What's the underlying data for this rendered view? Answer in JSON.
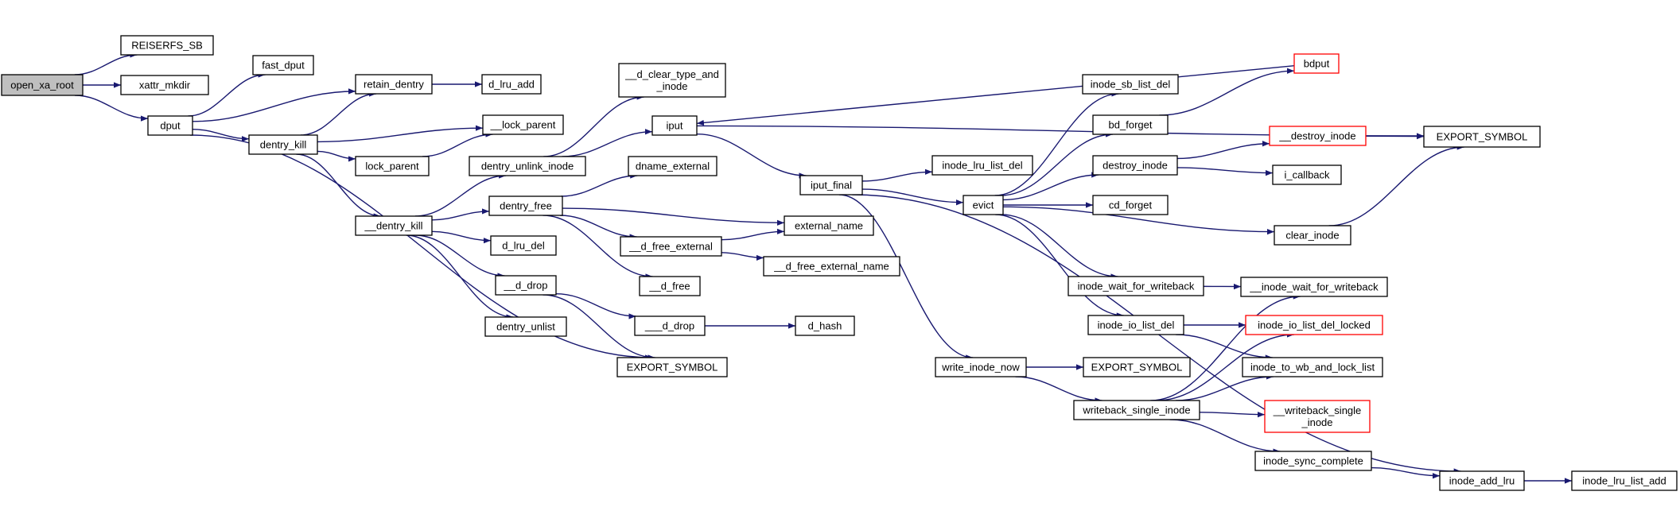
{
  "colors": {
    "edge": "#191970",
    "node_border": "#000000",
    "highlight_border": "#ff0000",
    "root_fill": "#bfbfbf"
  },
  "nodes": [
    {
      "id": "open_xa_root",
      "label": [
        "open_xa_root"
      ],
      "root": true
    },
    {
      "id": "REISERFS_SB",
      "label": [
        "REISERFS_SB"
      ]
    },
    {
      "id": "xattr_mkdir",
      "label": [
        "xattr_mkdir"
      ]
    },
    {
      "id": "dput",
      "label": [
        "dput"
      ]
    },
    {
      "id": "fast_dput",
      "label": [
        "fast_dput"
      ]
    },
    {
      "id": "retain_dentry",
      "label": [
        "retain_dentry"
      ]
    },
    {
      "id": "d_lru_add",
      "label": [
        "d_lru_add"
      ]
    },
    {
      "id": "dentry_kill",
      "label": [
        "dentry_kill"
      ]
    },
    {
      "id": "__lock_parent",
      "label": [
        "__lock_parent"
      ]
    },
    {
      "id": "lock_parent",
      "label": [
        "lock_parent"
      ]
    },
    {
      "id": "__dentry_kill",
      "label": [
        "__dentry_kill"
      ]
    },
    {
      "id": "__d_clear_type_and_inode",
      "label": [
        "__d_clear_type_and",
        "_inode"
      ]
    },
    {
      "id": "dentry_unlink_inode",
      "label": [
        "dentry_unlink_inode"
      ]
    },
    {
      "id": "dentry_free",
      "label": [
        "dentry_free"
      ]
    },
    {
      "id": "dname_external",
      "label": [
        "dname_external"
      ]
    },
    {
      "id": "d_lru_del",
      "label": [
        "d_lru_del"
      ]
    },
    {
      "id": "__d_drop",
      "label": [
        "__d_drop"
      ]
    },
    {
      "id": "dentry_unlist",
      "label": [
        "dentry_unlist"
      ]
    },
    {
      "id": "iput",
      "label": [
        "iput"
      ]
    },
    {
      "id": "iput_final",
      "label": [
        "iput_final"
      ]
    },
    {
      "id": "external_name",
      "label": [
        "external_name"
      ]
    },
    {
      "id": "__d_free_external",
      "label": [
        "__d_free_external"
      ]
    },
    {
      "id": "__d_free_external_name",
      "label": [
        "__d_free_external_name"
      ]
    },
    {
      "id": "__d_free",
      "label": [
        "__d_free"
      ]
    },
    {
      "id": "___d_drop",
      "label": [
        "___d_drop"
      ]
    },
    {
      "id": "d_hash",
      "label": [
        "d_hash"
      ]
    },
    {
      "id": "EXPORT_SYMBOL_1",
      "label": [
        "EXPORT_SYMBOL"
      ]
    },
    {
      "id": "bdput",
      "label": [
        "bdput"
      ],
      "red": true
    },
    {
      "id": "inode_sb_list_del",
      "label": [
        "inode_sb_list_del"
      ]
    },
    {
      "id": "bd_forget",
      "label": [
        "bd_forget"
      ]
    },
    {
      "id": "inode_lru_list_del",
      "label": [
        "inode_lru_list_del"
      ]
    },
    {
      "id": "evict",
      "label": [
        "evict"
      ]
    },
    {
      "id": "destroy_inode",
      "label": [
        "destroy_inode"
      ]
    },
    {
      "id": "__destroy_inode",
      "label": [
        "__destroy_inode"
      ],
      "red": true
    },
    {
      "id": "EXPORT_SYMBOL_2",
      "label": [
        "EXPORT_SYMBOL"
      ]
    },
    {
      "id": "i_callback",
      "label": [
        "i_callback"
      ]
    },
    {
      "id": "cd_forget",
      "label": [
        "cd_forget"
      ]
    },
    {
      "id": "clear_inode",
      "label": [
        "clear_inode"
      ]
    },
    {
      "id": "inode_wait_for_writeback",
      "label": [
        "inode_wait_for_writeback"
      ]
    },
    {
      "id": "__inode_wait_for_writeback",
      "label": [
        "__inode_wait_for_writeback"
      ]
    },
    {
      "id": "inode_io_list_del",
      "label": [
        "inode_io_list_del"
      ]
    },
    {
      "id": "inode_io_list_del_locked",
      "label": [
        "inode_io_list_del_locked"
      ],
      "red": true
    },
    {
      "id": "inode_to_wb_and_lock_list",
      "label": [
        "inode_to_wb_and_lock_list"
      ]
    },
    {
      "id": "write_inode_now",
      "label": [
        "write_inode_now"
      ]
    },
    {
      "id": "EXPORT_SYMBOL_3",
      "label": [
        "EXPORT_SYMBOL"
      ]
    },
    {
      "id": "writeback_single_inode",
      "label": [
        "writeback_single_inode"
      ]
    },
    {
      "id": "__writeback_single_inode",
      "label": [
        "__writeback_single",
        "_inode"
      ],
      "red": true
    },
    {
      "id": "inode_sync_complete",
      "label": [
        "inode_sync_complete"
      ]
    },
    {
      "id": "inode_add_lru",
      "label": [
        "inode_add_lru"
      ]
    },
    {
      "id": "inode_lru_list_add",
      "label": [
        "inode_lru_list_add"
      ]
    }
  ],
  "edges": [
    [
      "open_xa_root",
      "REISERFS_SB"
    ],
    [
      "open_xa_root",
      "xattr_mkdir"
    ],
    [
      "open_xa_root",
      "dput"
    ],
    [
      "dput",
      "fast_dput"
    ],
    [
      "dput",
      "retain_dentry"
    ],
    [
      "dput",
      "dentry_kill"
    ],
    [
      "dput",
      "EXPORT_SYMBOL_1"
    ],
    [
      "retain_dentry",
      "d_lru_add"
    ],
    [
      "dentry_kill",
      "retain_dentry"
    ],
    [
      "dentry_kill",
      "__lock_parent"
    ],
    [
      "dentry_kill",
      "lock_parent"
    ],
    [
      "dentry_kill",
      "__dentry_kill"
    ],
    [
      "lock_parent",
      "__lock_parent"
    ],
    [
      "__dentry_kill",
      "dentry_unlink_inode"
    ],
    [
      "__dentry_kill",
      "dentry_free"
    ],
    [
      "__dentry_kill",
      "d_lru_del"
    ],
    [
      "__dentry_kill",
      "__d_drop"
    ],
    [
      "__dentry_kill",
      "dentry_unlist"
    ],
    [
      "dentry_unlink_inode",
      "__d_clear_type_and_inode"
    ],
    [
      "dentry_unlink_inode",
      "iput"
    ],
    [
      "dentry_free",
      "dname_external"
    ],
    [
      "dentry_free",
      "external_name"
    ],
    [
      "dentry_free",
      "__d_free_external"
    ],
    [
      "dentry_free",
      "__d_free"
    ],
    [
      "__d_free_external",
      "external_name"
    ],
    [
      "__d_free_external",
      "__d_free_external_name"
    ],
    [
      "__d_drop",
      "___d_drop"
    ],
    [
      "__d_drop",
      "EXPORT_SYMBOL_1"
    ],
    [
      "___d_drop",
      "d_hash"
    ],
    [
      "iput",
      "EXPORT_SYMBOL_2"
    ],
    [
      "iput",
      "iput_final"
    ],
    [
      "bdput",
      "iput"
    ],
    [
      "iput_final",
      "inode_lru_list_del"
    ],
    [
      "iput_final",
      "evict"
    ],
    [
      "iput_final",
      "write_inode_now"
    ],
    [
      "iput_final",
      "inode_add_lru"
    ],
    [
      "evict",
      "inode_sb_list_del"
    ],
    [
      "evict",
      "bd_forget"
    ],
    [
      "evict",
      "destroy_inode"
    ],
    [
      "evict",
      "cd_forget"
    ],
    [
      "evict",
      "clear_inode"
    ],
    [
      "evict",
      "inode_wait_for_writeback"
    ],
    [
      "evict",
      "inode_io_list_del"
    ],
    [
      "bd_forget",
      "bdput"
    ],
    [
      "destroy_inode",
      "__destroy_inode"
    ],
    [
      "destroy_inode",
      "i_callback"
    ],
    [
      "__destroy_inode",
      "EXPORT_SYMBOL_2"
    ],
    [
      "clear_inode",
      "EXPORT_SYMBOL_2"
    ],
    [
      "inode_wait_for_writeback",
      "__inode_wait_for_writeback"
    ],
    [
      "inode_io_list_del",
      "inode_io_list_del_locked"
    ],
    [
      "inode_io_list_del",
      "inode_to_wb_and_lock_list"
    ],
    [
      "write_inode_now",
      "EXPORT_SYMBOL_3"
    ],
    [
      "write_inode_now",
      "writeback_single_inode"
    ],
    [
      "writeback_single_inode",
      "__inode_wait_for_writeback"
    ],
    [
      "writeback_single_inode",
      "inode_io_list_del_locked"
    ],
    [
      "writeback_single_inode",
      "inode_to_wb_and_lock_list"
    ],
    [
      "writeback_single_inode",
      "__writeback_single_inode"
    ],
    [
      "writeback_single_inode",
      "inode_sync_complete"
    ],
    [
      "inode_sync_complete",
      "inode_add_lru"
    ],
    [
      "inode_add_lru",
      "inode_lru_list_add"
    ]
  ]
}
